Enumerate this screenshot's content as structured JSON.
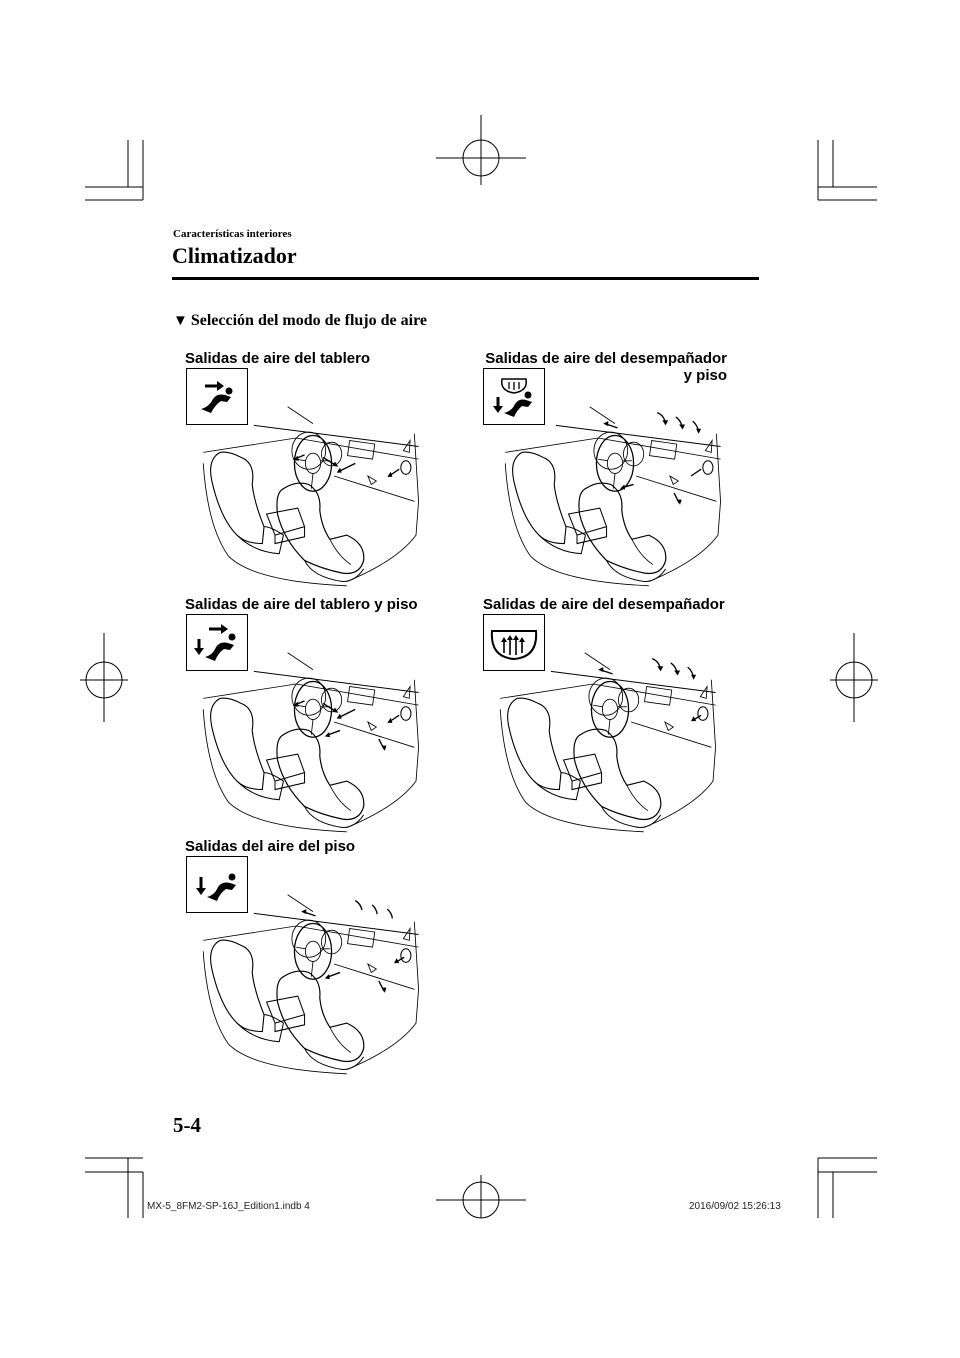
{
  "header": {
    "section": "Características interiores",
    "title": "Climatizador"
  },
  "subheading": {
    "marker": "▼",
    "text": "Selección del modo de flujo de aire"
  },
  "modes": {
    "dash": {
      "label": "Salidas de aire del tablero",
      "icon": "dash-mode-icon"
    },
    "defrost_floor": {
      "label_line1": "Salidas de aire del desempañador",
      "label_line2": "y piso",
      "icon": "defrost-floor-mode-icon"
    },
    "dash_floor": {
      "label": "Salidas de aire del tablero y piso",
      "icon": "dash-floor-mode-icon"
    },
    "defrost": {
      "label": "Salidas de aire del desempañador",
      "icon": "defrost-mode-icon"
    },
    "floor": {
      "label": "Salidas del aire del piso",
      "icon": "floor-mode-icon"
    }
  },
  "page_number": "5-4",
  "footer": {
    "file": "MX-5_8FM2-SP-16J_Edition1.indb   4",
    "timestamp": "2016/09/02   15:26:13"
  }
}
